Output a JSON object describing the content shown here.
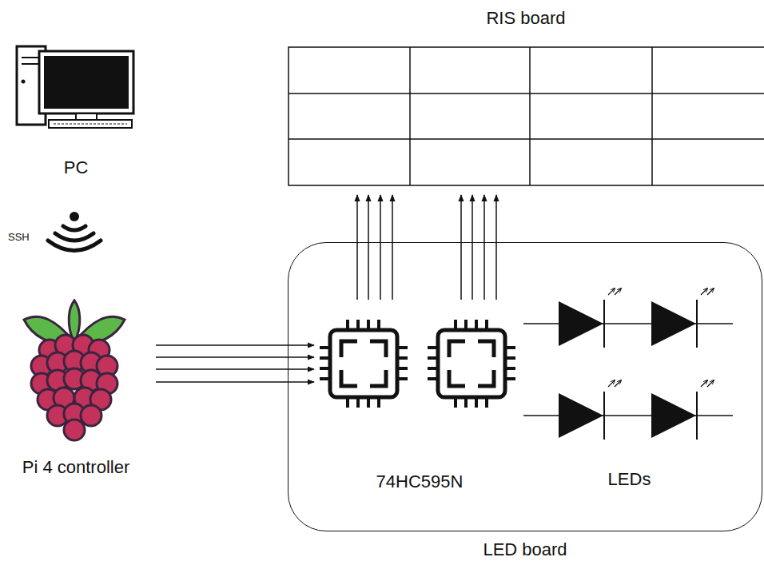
{
  "diagram": {
    "nodes": [
      {
        "text": [
          "PC"
        ]
      },
      {
        "text": [
          "RIS board"
        ]
      },
      {
        "text": [
          "Pi 4 controller"
        ]
      },
      {
        "text": [
          "LED board"
        ]
      },
      {
        "text": [
          "74HC595N"
        ],
        "in": 3
      },
      {
        "text": [
          "LEDs"
        ],
        "in": 3
      }
    ],
    "edges": [
      {
        "from": 2,
        "to": 4,
        "arrow": "to"
      },
      {
        "from": 4,
        "to": 1,
        "arrow": "to"
      }
    ],
    "labels": [
      "SSH"
    ]
  }
}
